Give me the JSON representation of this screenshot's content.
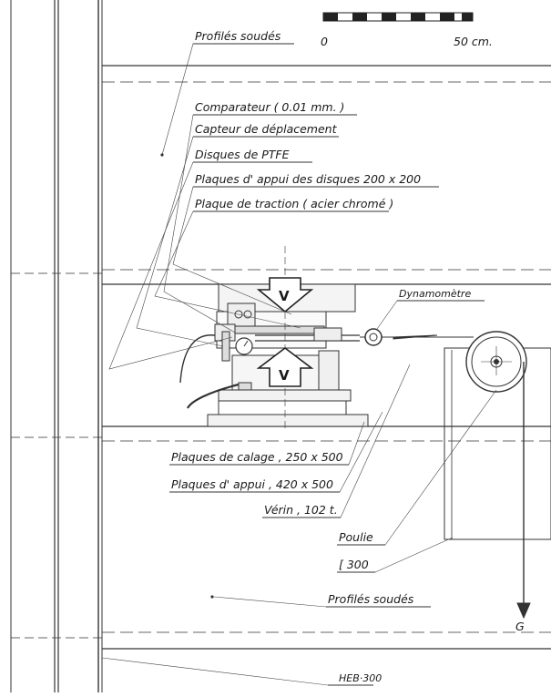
{
  "scale_bar": {
    "start": "0",
    "end": "50 cm."
  },
  "labels": {
    "profiles_top": "Profilés soudés",
    "comparateur": "Comparateur ( 0.01 mm. )",
    "capteur": "Capteur de déplacement",
    "disques": "Disques de PTFE",
    "plaques_appui_disques": "Plaques d' appui des disques  200 x 200",
    "plaque_traction": "Plaque de traction ( acier chromé )",
    "dynamometre": "Dynamomètre",
    "plaques_calage": "Plaques de calage , 250 x 500",
    "plaques_appui": "Plaques d' appui ,  420 x 500",
    "verin": "Vérin , 102 t.",
    "poulie": "Poulie",
    "c300": "[ 300",
    "profiles_bottom": "Profilés soudés",
    "heb": "HEB·300",
    "load_g": "G",
    "force_v_top": "V",
    "force_v_bottom": "V"
  }
}
